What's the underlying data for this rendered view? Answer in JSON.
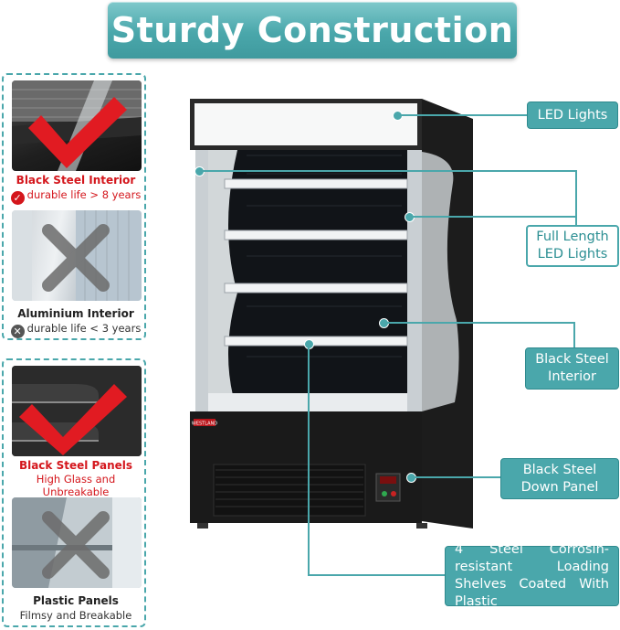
{
  "title": "Sturdy Construction",
  "comparison": {
    "black_steel_interior": {
      "label": "Black Steel Interior",
      "detail": "durable life > 8 years",
      "mark": "check"
    },
    "aluminium_interior": {
      "label": "Aluminium Interior",
      "detail": "durable life < 3 years",
      "mark": "cross"
    },
    "black_steel_panels": {
      "label": "Black Steel Panels",
      "detail": "High Glass and Unbreakable",
      "mark": "check"
    },
    "plastic_panels": {
      "label": "Plastic Panels",
      "detail": "Filmsy and Breakable",
      "mark": "cross"
    }
  },
  "product": {
    "brand_label": "WESTLAND"
  },
  "callouts": {
    "led_lights": "LED Lights",
    "full_length_led": "Full Length LED Lights",
    "black_steel_interior": "Black Steel Interior",
    "black_steel_down_panel": "Black Steel Down Panel",
    "shelves": "4 Steel Corrosin-resistant Loading Shelves Coated With Plastic"
  },
  "colors": {
    "accent": "#4aa7ab",
    "good": "#d4161c",
    "bad": "#666666"
  }
}
